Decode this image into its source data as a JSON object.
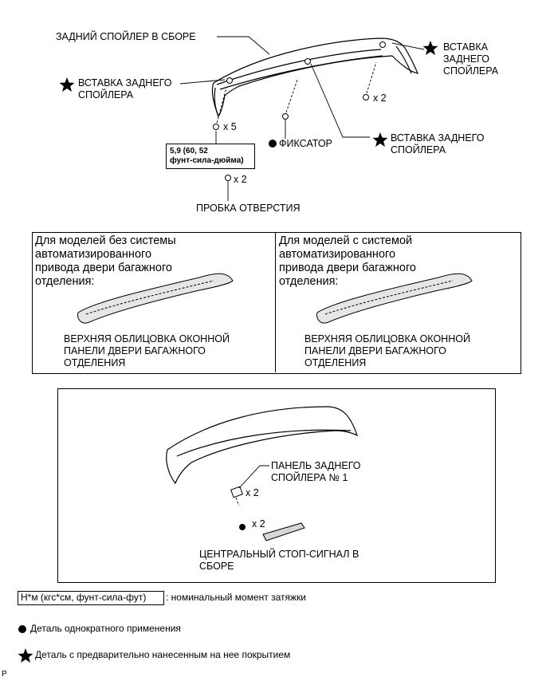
{
  "top": {
    "spoiler_assembly": "ЗАДНИЙ СПОЙЛЕР В СБОРЕ",
    "insert_right": "ВСТАВКА\nЗАДНЕГО\nСПОЙЛЕРА",
    "insert_left": "ВСТАВКА ЗАДНЕГО\nСПОЙЛЕРА",
    "insert_center": "ВСТАВКА ЗАДНЕГО\nСПОЙЛЕРА",
    "qty_right": "x 2",
    "qty_left": "x 5",
    "qty_hole": "x 2",
    "torque": "5,9 (60, 52\nфунт-сила-дюйма)",
    "retainer": "ФИКСАТОР",
    "hole_plug": "ПРОБКА ОТВЕРСТИЯ"
  },
  "middle": {
    "left_heading": "Для моделей без системы\nавтоматизированного\nпривода двери багажного\nотделения:",
    "left_caption": "ВЕРХНЯЯ ОБЛИЦОВКА ОКОННОЙ\nПАНЕЛИ ДВЕРИ БАГАЖНОГО\nОТДЕЛЕНИЯ",
    "right_heading": "Для моделей с системой\nавтоматизированного\nпривода двери багажного\nотделения:",
    "right_caption": "ВЕРХНЯЯ ОБЛИЦОВКА ОКОННОЙ\nПАНЕЛИ ДВЕРИ БАГАЖНОГО\nОТДЕЛЕНИЯ"
  },
  "bottom": {
    "panel_label": "ПАНЕЛЬ ЗАДНЕГО\nСПОЙЛЕРА № 1",
    "qty_panel": "x 2",
    "qty_light": "x 2",
    "stop_light": "ЦЕНТРАЛЬНЫЙ СТОП-СИГНАЛ В\nСБОРЕ"
  },
  "legend": {
    "unit_box": "Н*м (кгс*см, фунт-сила-фут)",
    "unit_desc": ": номинальный момент затяжки",
    "single_use": "Деталь однократного применения",
    "precoated": "Деталь с предварительно нанесенным на нее покрытием"
  },
  "page_marker": "P"
}
